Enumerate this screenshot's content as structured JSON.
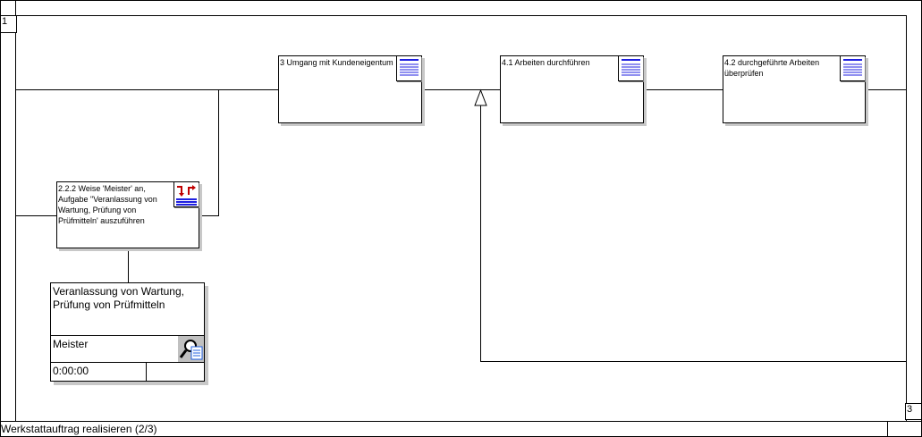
{
  "lane_markers": {
    "left": "1",
    "right": "3"
  },
  "functions": [
    {
      "id": "f3",
      "label": "3 Umgang mit Kundeneigentum"
    },
    {
      "id": "f41",
      "label": "4.1 Arbeiten durchführen"
    },
    {
      "id": "f42",
      "label": "4.2 durchgeführte Arbeiten überprüfen"
    }
  ],
  "task": {
    "label": "2.2.2 Weise 'Meister' an, Aufgabe \"Veranlassung von Wartung, Prüfung von Prüfmitteln' auszuführen"
  },
  "role_card": {
    "title": "Veranlassung von Wartung, Prüfung von Prüfmitteln",
    "role": "Meister",
    "time": "0:00:00",
    "extra": ""
  },
  "status_bar": {
    "title": "Werkstattauftrag realisieren (2/3)",
    "right": ""
  },
  "colors": {
    "icon_blue": "#2020e0",
    "icon_red": "#c00000"
  }
}
